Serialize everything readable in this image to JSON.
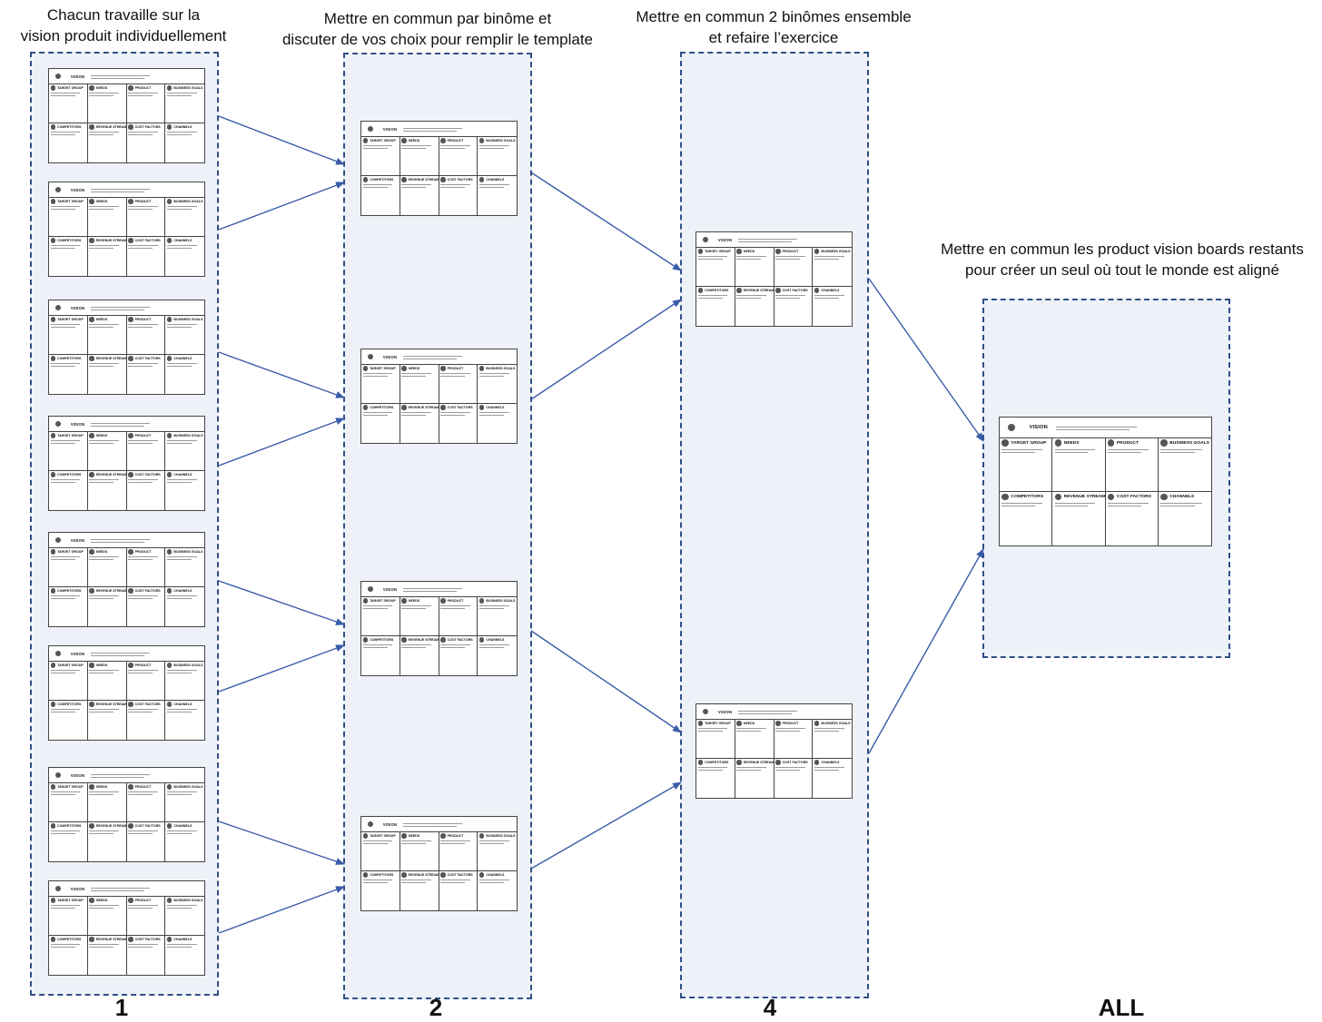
{
  "columns": [
    {
      "title_lines": [
        "Chacun travaille sur la",
        "vision produit individuellement"
      ],
      "number": "1",
      "board_count": 8
    },
    {
      "title_lines": [
        "Mettre en commun par binôme et",
        "discuter de vos choix pour remplir le template"
      ],
      "number": "2",
      "board_count": 4
    },
    {
      "title_lines": [
        "Mettre en commun 2 binômes ensemble",
        "et refaire l’exercice"
      ],
      "number": "4",
      "board_count": 2
    },
    {
      "title_lines": [
        "Mettre en commun les product vision boards restants",
        "pour créer un seul où tout le monde est aligné"
      ],
      "number": "ALL",
      "board_count": 1
    }
  ],
  "board": {
    "vision_label": "VISION",
    "cells": [
      "TARGET GROUP",
      "NEEDS",
      "PRODUCT",
      "BUSINESS GOALS",
      "COMPETITORS",
      "REVENUE STREAMS",
      "COST FACTORS",
      "CHANNELS"
    ]
  },
  "colors": {
    "border": "#2f4f86",
    "column_fill": "#eef2f8",
    "arrow": "#3a5ba8"
  }
}
